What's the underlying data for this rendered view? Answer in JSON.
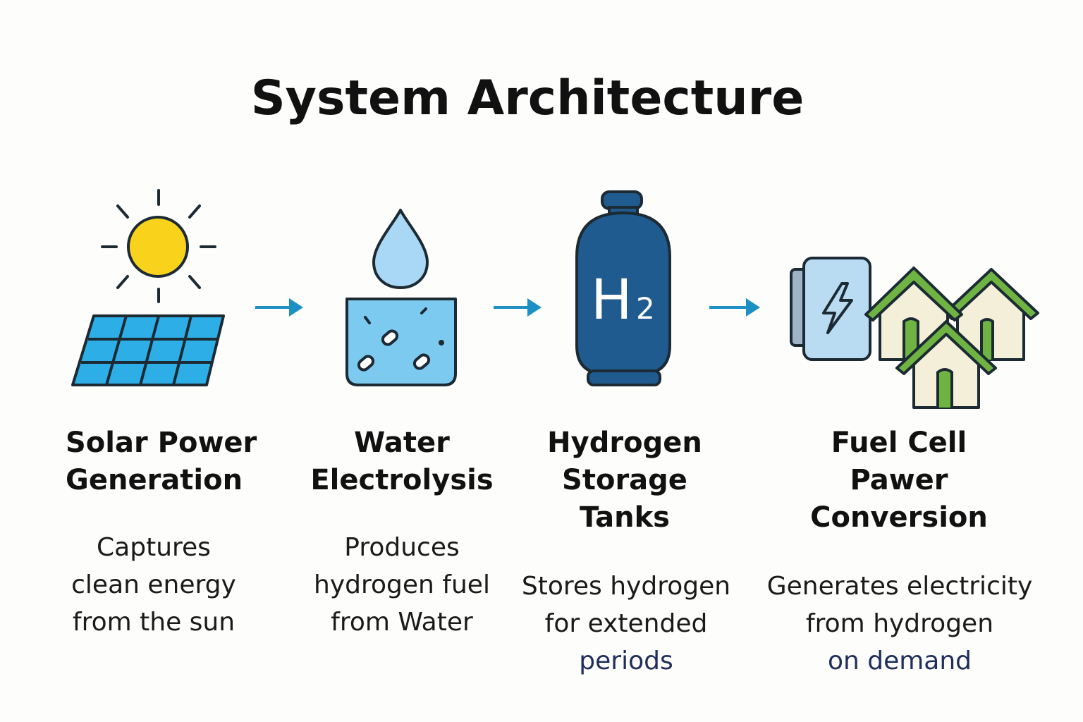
{
  "title": "System Architecture",
  "colors": {
    "sun": "#f9d21c",
    "panel": "#2daee6",
    "water": "#a8d8f5",
    "tank": "#1f5b8f",
    "arrow": "#1c8fc4",
    "roof": "#6fb443",
    "house": "#f4efd8",
    "outline": "#1c2a33",
    "accent_text": "#1f2e5c"
  },
  "stages": [
    {
      "icon": "solar-panel-icon",
      "title_lines": [
        "Solar Power",
        "Generation"
      ],
      "desc_lines": [
        "Captures",
        "clean energy",
        "from the sun"
      ]
    },
    {
      "icon": "water-electrolysis-icon",
      "title_lines": [
        "Water",
        "Electrolysis"
      ],
      "desc_lines": [
        "Produces",
        "hydrogen fuel",
        "from Water"
      ]
    },
    {
      "icon": "hydrogen-tank-icon",
      "tank_label": "H",
      "tank_subscript": "2",
      "title_lines": [
        "Hydrogen",
        "Storage",
        "Tanks"
      ],
      "desc_lines": [
        "Stores hydrogen",
        "for extended",
        "periods"
      ]
    },
    {
      "icon": "fuel-cell-houses-icon",
      "title_lines": [
        "Fuel Cell",
        "Pawer",
        "Conversion"
      ],
      "desc_lines": [
        "Generates electricity",
        "from hydrogen",
        "on demand"
      ]
    }
  ]
}
